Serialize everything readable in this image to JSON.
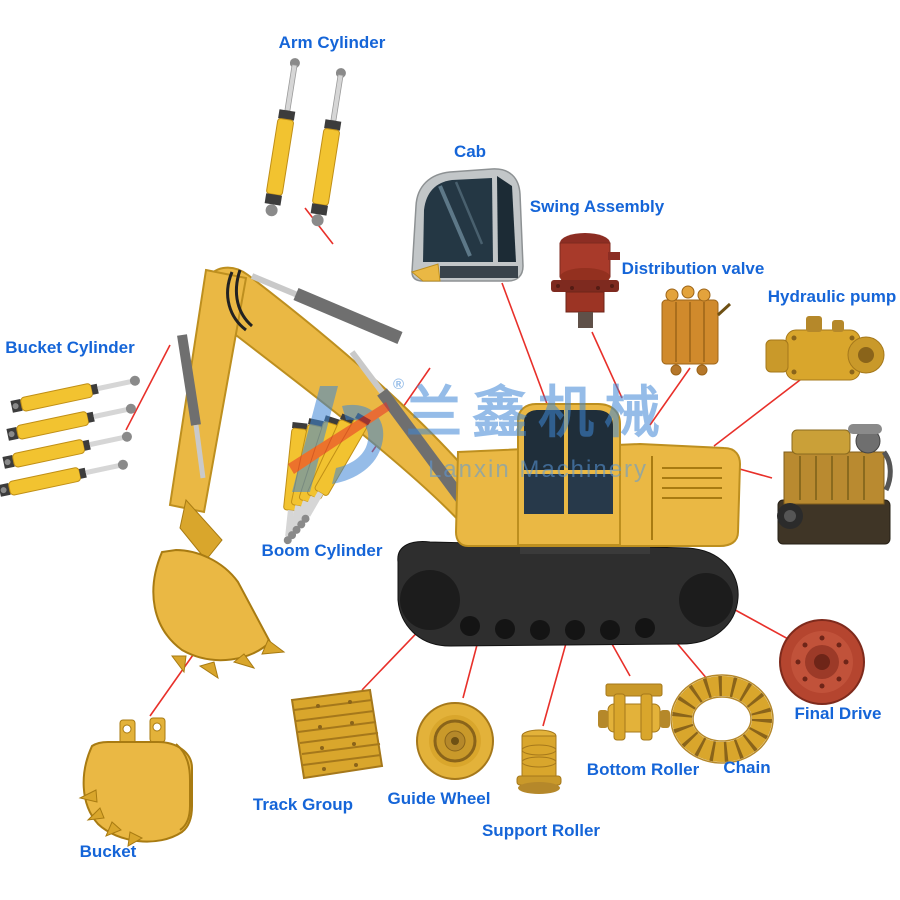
{
  "labels": {
    "arm_cylinder": "Arm Cylinder",
    "cab": "Cab",
    "swing_assembly": "Swing Assembly",
    "distribution_valve": "Distribution valve",
    "hydraulic_pump": "Hydraulic pump",
    "bucket_cylinder": "Bucket Cylinder",
    "boom_cylinder": "Boom Cylinder",
    "final_drive": "Final Drive",
    "chain": "Chain",
    "bottom_roller": "Bottom Roller",
    "track_group": "Track Group",
    "guide_wheel": "Guide Wheel",
    "support_roller": "Support Roller",
    "bucket": "Bucket"
  },
  "watermark": {
    "registered_mark": "®",
    "brand_cn": "兰鑫机械",
    "brand_en": "Lanxin Machinery"
  },
  "colors": {
    "label_text": "#1565d8",
    "leader_line": "#e8302a",
    "machine_yellow": "#eab844",
    "watermark_blue": "#3f87d6"
  }
}
